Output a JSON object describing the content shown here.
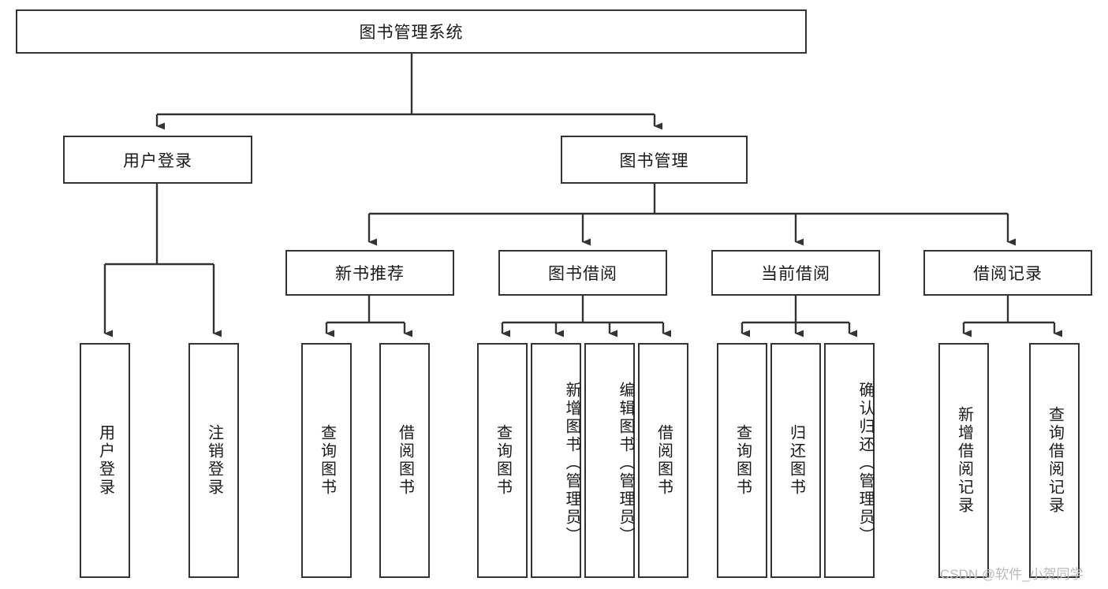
{
  "diagram": {
    "title": "图书管理系统",
    "type": "hierarchy-tree",
    "root": {
      "label": "图书管理系统"
    },
    "level2": [
      {
        "label": "用户登录"
      },
      {
        "label": "图书管理"
      }
    ],
    "level3": [
      {
        "label": "新书推荐"
      },
      {
        "label": "图书借阅"
      },
      {
        "label": "当前借阅"
      },
      {
        "label": "借阅记录"
      }
    ],
    "leaves": {
      "user_login": [
        {
          "label": "用户登录"
        },
        {
          "label": "注销登录"
        }
      ],
      "new_book_recommend": [
        {
          "label": "查询图书"
        },
        {
          "label": "借阅图书"
        }
      ],
      "book_borrow": [
        {
          "label": "查询图书"
        },
        {
          "label": "新增图书（管理员）"
        },
        {
          "label": "编辑图书（管理员）"
        },
        {
          "label": "借阅图书"
        }
      ],
      "current_borrow": [
        {
          "label": "查询图书"
        },
        {
          "label": "归还图书"
        },
        {
          "label": "确认归还（管理员）"
        }
      ],
      "borrow_record": [
        {
          "label": "新增借阅记录"
        },
        {
          "label": "查询借阅记录"
        }
      ]
    }
  },
  "watermark": {
    "text": "CSDN @软件_小贺同学"
  },
  "colors": {
    "border": "#333333",
    "background": "#ffffff",
    "text": "#1a1a1a",
    "watermark": "#b9b9b9"
  }
}
